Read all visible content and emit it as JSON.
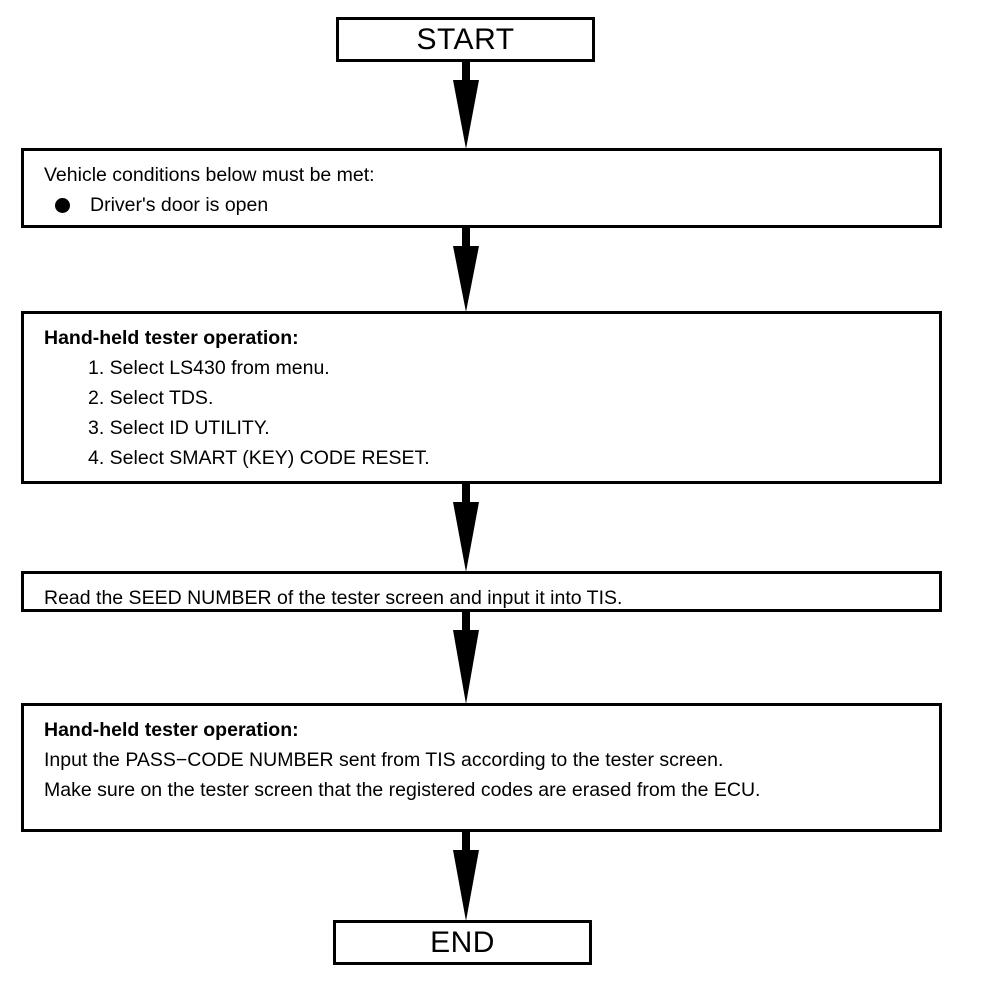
{
  "diagram": {
    "title": "Smart Key Code Reset Procedure Flowchart",
    "type": "flowchart",
    "orientation": "top-to-bottom",
    "colors": {
      "stroke": "#000000",
      "fill": "#ffffff",
      "text": "#000000"
    },
    "nodes": {
      "start": {
        "shape": "terminator",
        "label": "START"
      },
      "conditions": {
        "shape": "process",
        "heading": "Vehicle conditions below must be met:",
        "bullets": [
          "Driver's door is open"
        ]
      },
      "tester_ops": {
        "shape": "process",
        "heading": "Hand-held tester operation:",
        "steps": [
          "1. Select LS430 from menu.",
          "2. Select TDS.",
          "3. Select ID UTILITY.",
          "4. Select SMART (KEY) CODE RESET."
        ]
      },
      "seed": {
        "shape": "process",
        "text": "Read the SEED NUMBER of the tester screen and input it into TIS."
      },
      "passcode": {
        "shape": "process",
        "heading": "Hand-held tester operation:",
        "lines": [
          "Input the PASS−CODE NUMBER sent from TIS according to the tester screen.",
          "Make sure on the tester screen that the registered codes are erased from the ECU."
        ]
      },
      "end": {
        "shape": "terminator",
        "label": "END"
      }
    },
    "connectors": [
      {
        "from": "start",
        "to": "conditions"
      },
      {
        "from": "conditions",
        "to": "tester_ops"
      },
      {
        "from": "tester_ops",
        "to": "seed"
      },
      {
        "from": "seed",
        "to": "passcode"
      },
      {
        "from": "passcode",
        "to": "end"
      }
    ]
  }
}
